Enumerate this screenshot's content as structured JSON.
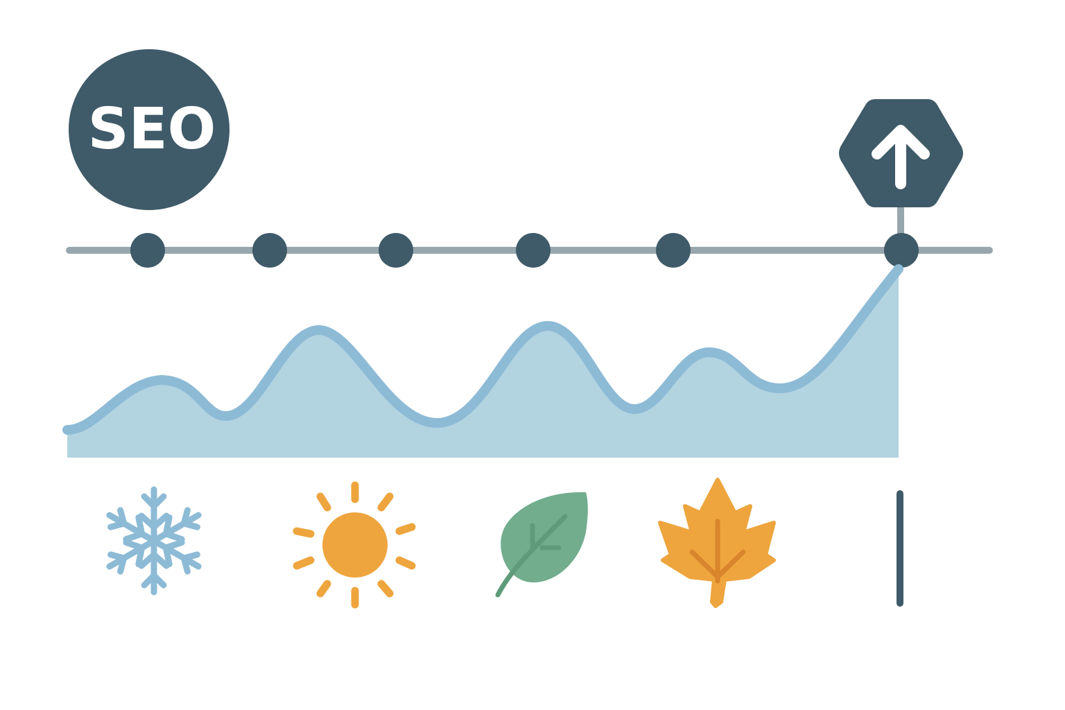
{
  "badge": {
    "label": "SEO",
    "icon": "seo-circle-badge"
  },
  "growth_marker": {
    "icon": "arrow-up-icon",
    "shape": "hexagon"
  },
  "timeline": {
    "milestone_count": 6
  },
  "season_icons": [
    {
      "name": "winter",
      "icon": "snowflake-icon",
      "color": "#8dbbd6"
    },
    {
      "name": "summer",
      "icon": "sun-icon",
      "color": "#eea53e"
    },
    {
      "name": "spring",
      "icon": "leaf-icon",
      "color": "#72ad8d"
    },
    {
      "name": "autumn",
      "icon": "maple-leaf-icon",
      "color": "#eea53e"
    },
    {
      "name": "marker",
      "icon": "vertical-line-icon",
      "color": "#3f5a68"
    }
  ],
  "colors": {
    "primary": "#3f5a68",
    "track": "#98a7ad",
    "area_fill": "#b2d3e0",
    "area_stroke": "#8dbbd6",
    "sun": "#eea53e",
    "leaf": "#72ad8d",
    "maple": "#eea53e",
    "maple_vein": "#d9852b"
  }
}
